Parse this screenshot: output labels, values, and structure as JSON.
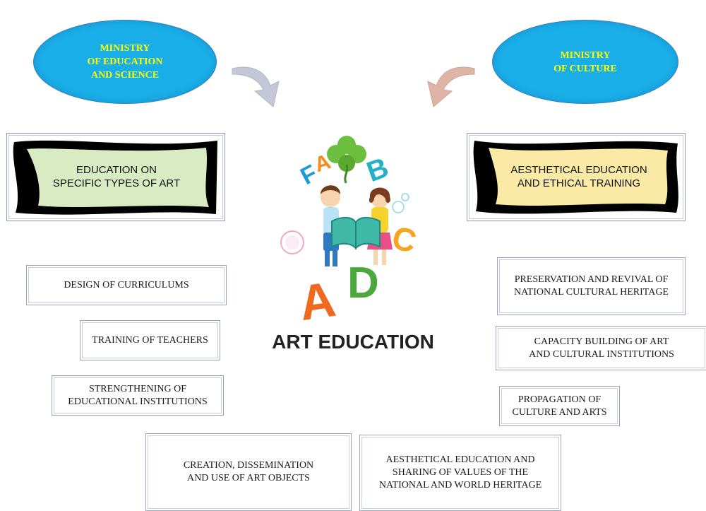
{
  "ministries": {
    "education": "MINISTRY\nOF EDUCATION\nAND SCIENCE",
    "culture": "MINISTRY\nOF CULTURE"
  },
  "center": {
    "title": "ART EDUCATION",
    "letters": [
      "F",
      "A",
      "B",
      "C",
      "D",
      "A"
    ]
  },
  "left_frame": {
    "label": "EDUCATION ON\nSPECIFIC TYPES OF ART"
  },
  "right_frame": {
    "label": "AESTHETICAL EDUCATION\nAND ETHICAL TRAINING"
  },
  "left_boxes": [
    "DESIGN OF CURRICULUMS",
    "TRAINING OF TEACHERS",
    "STRENGTHENING OF\nEDUCATIONAL INSTITUTIONS"
  ],
  "right_boxes": [
    "PRESERVATION AND REVIVAL OF\nNATIONAL CULTURAL HERITAGE",
    "CAPACITY BUILDING OF ART\nAND CULTURAL INSTITUTIONS",
    "PROPAGATION OF\nCULTURE AND ARTS"
  ],
  "bottom_boxes": [
    "CREATION, DISSEMINATION\nAND USE OF ART OBJECTS",
    "AESTHETICAL EDUCATION AND\nSHARING OF VALUES OF THE\nNATIONAL AND WORLD HERITAGE"
  ],
  "colors": {
    "ellipse_fill": "#1aaee8",
    "ellipse_text": "#ffff00",
    "left_arrow": "#c3c7d6",
    "right_arrow": "#deb4a6",
    "left_panel": "#d9ebc2",
    "right_panel": "#fbeaa6"
  }
}
